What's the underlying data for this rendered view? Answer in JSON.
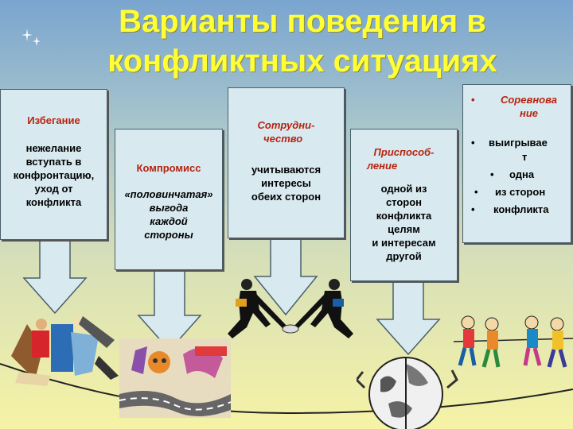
{
  "title": "Варианты поведения в конфликтных ситуациях",
  "cards": {
    "avoidance": {
      "heading": "Избегание",
      "text_lines": [
        "нежелание",
        "вступать в",
        "конфронтацию,",
        "уход от",
        "конфликта"
      ]
    },
    "compromise": {
      "heading": "Компромисс",
      "text_lines": [
        "«половинчатая»",
        "выгода",
        "каждой",
        "стороны"
      ]
    },
    "cooperation": {
      "heading_lines": [
        "Сотрудни-",
        "чество"
      ],
      "text_lines": [
        "учитываются",
        "интересы",
        "обеих сторон"
      ]
    },
    "adaptation": {
      "heading_lines": [
        "Приспособ-",
        "ление"
      ],
      "text_lines": [
        "одной из",
        "сторон",
        "конфликта",
        "целям",
        "и интересам",
        "другой"
      ]
    },
    "competition": {
      "heading_lines": [
        "Соревнова",
        "ние"
      ],
      "bullet_lines": [
        "выигрывае",
        "т",
        "одна",
        "из сторон",
        "конфликта"
      ]
    }
  },
  "colors": {
    "title": "#ffff33",
    "heading": "#b8230f",
    "card_bg": "#d8eaf0",
    "arrow_fill": "#d8eaf0"
  }
}
